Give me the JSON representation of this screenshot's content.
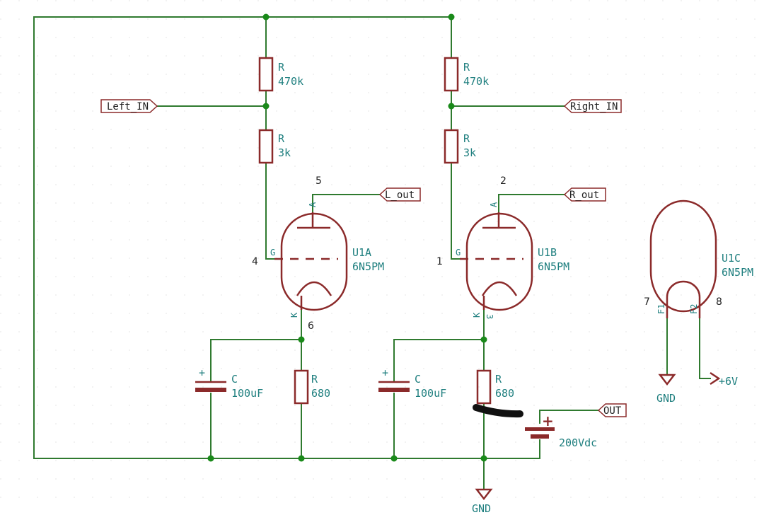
{
  "inputs": {
    "left": "Left_IN",
    "right": "Right_IN"
  },
  "outputs": {
    "left": "L_out",
    "right": "R_out",
    "out": "OUT"
  },
  "resistors": {
    "r1": {
      "ref": "R",
      "value": "470k"
    },
    "r2": {
      "ref": "R",
      "value": "3k"
    },
    "r3": {
      "ref": "R",
      "value": "470k"
    },
    "r4": {
      "ref": "R",
      "value": "3k"
    },
    "r5": {
      "ref": "R",
      "value": "680"
    },
    "r6": {
      "ref": "R",
      "value": "680"
    }
  },
  "capacitors": {
    "c1": {
      "ref": "C",
      "value": "100uF"
    },
    "c2": {
      "ref": "C",
      "value": "100uF"
    }
  },
  "battery": {
    "value": "200Vdc"
  },
  "tubes": {
    "u1a": {
      "ref": "U1A",
      "part": "6N5PM",
      "pin_anode": "5",
      "pin_grid": "4",
      "pin_cathode": "6"
    },
    "u1b": {
      "ref": "U1B",
      "part": "6N5PM",
      "pin_anode": "2",
      "pin_grid": "1",
      "pin_cathode": "3"
    },
    "u1c": {
      "ref": "U1C",
      "part": "6N5PM",
      "pin_f1": "7",
      "pin_f2": "8"
    }
  },
  "pin_labels": {
    "anode": "A",
    "grid": "G",
    "cathode": "K",
    "f1": "F1",
    "f2": "F2"
  },
  "power": {
    "gnd": "GND",
    "plus6v": "+6V",
    "plus_sign": "+"
  },
  "colors": {
    "wire": "#2f7a2f",
    "component": "#8b2a2a",
    "text": "#1f7f7f",
    "junction": "#1a8a1a"
  }
}
